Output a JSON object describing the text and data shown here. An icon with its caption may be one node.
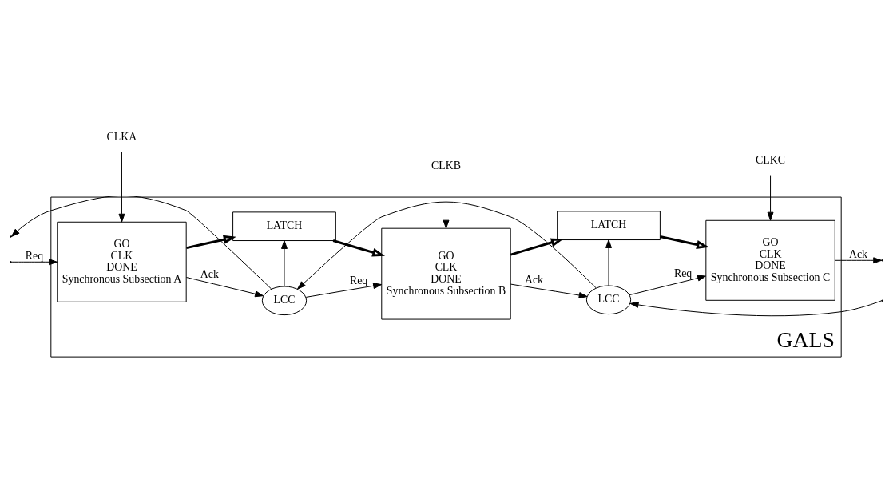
{
  "diagram": {
    "nodes": [
      {
        "text": [
          "GALS"
        ]
      },
      {
        "text": [
          "GO",
          "CLK",
          "DONE",
          "Synchronous Subsection A"
        ],
        "in": 0
      },
      {
        "text": [
          "LCC"
        ],
        "in": 0
      },
      {
        "text": [
          "LATCH"
        ],
        "in": 0
      },
      {
        "text": [
          "GO",
          "CLK",
          "DONE",
          "Synchronous Subsection B"
        ],
        "in": 0
      },
      {
        "text": [
          "LCC"
        ],
        "in": 0
      },
      {
        "text": [
          "LATCH"
        ],
        "in": 0
      },
      {
        "text": [
          "GO",
          "CLK",
          "DONE",
          "Synchronous Subsection C"
        ],
        "in": 0
      },
      {
        "text": [
          "CLKA"
        ]
      },
      {
        "text": [
          "CLKB"
        ]
      },
      {
        "text": [
          "CLKC"
        ]
      }
    ],
    "edges": [
      {
        "from": 8,
        "to": 1,
        "arrow": "to"
      },
      {
        "from": 9,
        "to": 4,
        "arrow": "to"
      },
      {
        "from": 10,
        "to": 7,
        "arrow": "to"
      },
      {
        "from": null,
        "to": 1,
        "arrow": "to",
        "label": "Req"
      },
      {
        "from": 2,
        "to": null,
        "arrow": "to"
      },
      {
        "from": 1,
        "to": 2,
        "arrow": "to",
        "label": "Ack"
      },
      {
        "from": 2,
        "to": 4,
        "arrow": "to",
        "label": "Req"
      },
      {
        "from": 2,
        "to": 3,
        "arrow": "to"
      },
      {
        "from": 5,
        "to": 2,
        "arrow": "to"
      },
      {
        "from": 4,
        "to": 5,
        "arrow": "to",
        "label": "Ack"
      },
      {
        "from": 5,
        "to": 7,
        "arrow": "to",
        "label": "Req"
      },
      {
        "from": 5,
        "to": 6,
        "arrow": "to"
      },
      {
        "from": null,
        "to": 5,
        "arrow": "to"
      },
      {
        "from": 7,
        "to": null,
        "arrow": "to",
        "label": "Ack"
      },
      {
        "from": 1,
        "to": 3,
        "arrow": "to",
        "style": "thick"
      },
      {
        "from": 3,
        "to": 4,
        "arrow": "to",
        "style": "thick"
      },
      {
        "from": 4,
        "to": 6,
        "arrow": "to",
        "style": "thick"
      },
      {
        "from": 6,
        "to": 7,
        "arrow": "to",
        "style": "thick"
      }
    ]
  }
}
